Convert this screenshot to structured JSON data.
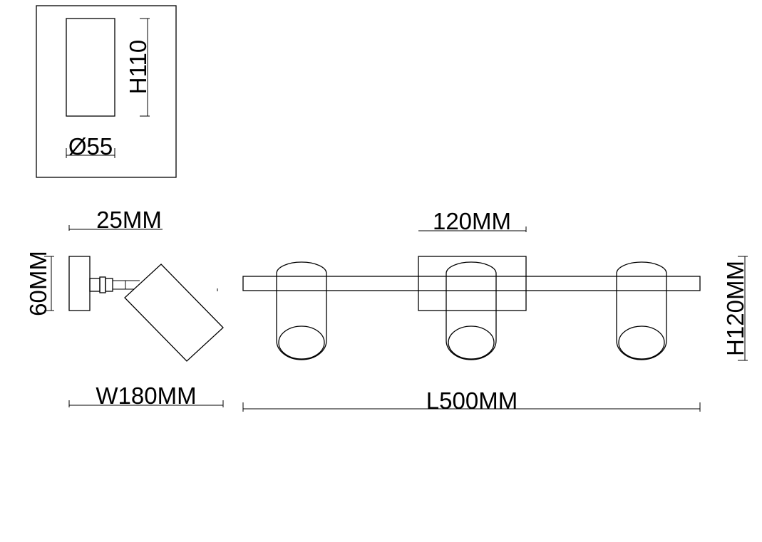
{
  "detail_box": {
    "height_label": "H110",
    "diameter_label": "Ø55"
  },
  "side_view": {
    "depth_label": "25MM",
    "height_label": "60MM",
    "width_label": "W180MM"
  },
  "front_view": {
    "plate_width_label": "120MM",
    "height_label": "H120MM",
    "length_label": "L500MM"
  },
  "colors": {
    "line": "#000000",
    "background": "#ffffff"
  }
}
